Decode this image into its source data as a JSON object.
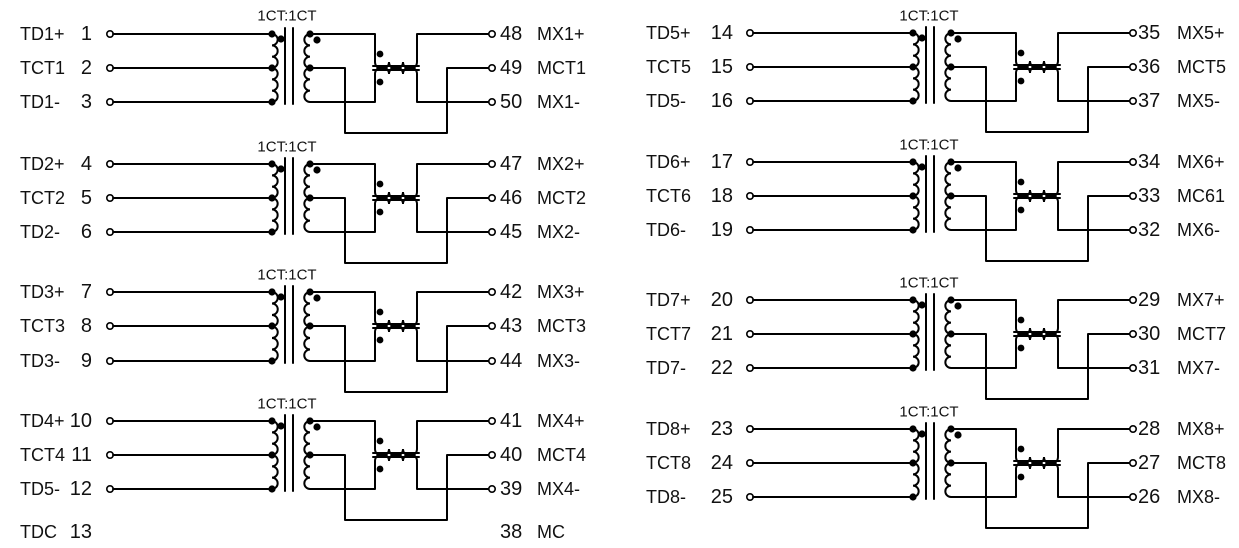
{
  "diagram": {
    "channels": [
      {
        "ratio": "1CT:1CT",
        "left": [
          {
            "name": "TD1+",
            "num": "1"
          },
          {
            "name": "TCT1",
            "num": "2"
          },
          {
            "name": "TD1-",
            "num": "3"
          }
        ],
        "right": [
          {
            "num": "48",
            "name": "MX1+"
          },
          {
            "num": "49",
            "name": "MCT1"
          },
          {
            "num": "50",
            "name": "MX1-"
          }
        ]
      },
      {
        "ratio": "1CT:1CT",
        "left": [
          {
            "name": "TD2+",
            "num": "4"
          },
          {
            "name": "TCT2",
            "num": "5"
          },
          {
            "name": "TD2-",
            "num": "6"
          }
        ],
        "right": [
          {
            "num": "47",
            "name": "MX2+"
          },
          {
            "num": "46",
            "name": "MCT2"
          },
          {
            "num": "45",
            "name": "MX2-"
          }
        ]
      },
      {
        "ratio": "1CT:1CT",
        "left": [
          {
            "name": "TD3+",
            "num": "7"
          },
          {
            "name": "TCT3",
            "num": "8"
          },
          {
            "name": "TD3-",
            "num": "9"
          }
        ],
        "right": [
          {
            "num": "42",
            "name": "MX3+"
          },
          {
            "num": "43",
            "name": "MCT3"
          },
          {
            "num": "44",
            "name": "MX3-"
          }
        ]
      },
      {
        "ratio": "1CT:1CT",
        "left": [
          {
            "name": "TD4+",
            "num": "10"
          },
          {
            "name": "TCT4",
            "num": "11"
          },
          {
            "name": "TD5-",
            "num": "12"
          }
        ],
        "right": [
          {
            "num": "41",
            "name": "MX4+"
          },
          {
            "num": "40",
            "name": "MCT4"
          },
          {
            "num": "39",
            "name": "MX4-"
          }
        ]
      },
      {
        "ratio": "1CT:1CT",
        "left": [
          {
            "name": "TD5+",
            "num": "14"
          },
          {
            "name": "TCT5",
            "num": "15"
          },
          {
            "name": "TD5-",
            "num": "16"
          }
        ],
        "right": [
          {
            "num": "35",
            "name": "MX5+"
          },
          {
            "num": "36",
            "name": "MCT5"
          },
          {
            "num": "37",
            "name": "MX5-"
          }
        ]
      },
      {
        "ratio": "1CT:1CT",
        "left": [
          {
            "name": "TD6+",
            "num": "17"
          },
          {
            "name": "TCT6",
            "num": "18"
          },
          {
            "name": "TD6-",
            "num": "19"
          }
        ],
        "right": [
          {
            "num": "34",
            "name": "MX6+"
          },
          {
            "num": "33",
            "name": "MC61"
          },
          {
            "num": "32",
            "name": "MX6-"
          }
        ]
      },
      {
        "ratio": "1CT:1CT",
        "left": [
          {
            "name": "TD7+",
            "num": "20"
          },
          {
            "name": "TCT7",
            "num": "21"
          },
          {
            "name": "TD7-",
            "num": "22"
          }
        ],
        "right": [
          {
            "num": "29",
            "name": "MX7+"
          },
          {
            "num": "30",
            "name": "MCT7"
          },
          {
            "num": "31",
            "name": "MX7-"
          }
        ]
      },
      {
        "ratio": "1CT:1CT",
        "left": [
          {
            "name": "TD8+",
            "num": "23"
          },
          {
            "name": "TCT8",
            "num": "24"
          },
          {
            "name": "TD8-",
            "num": "25"
          }
        ],
        "right": [
          {
            "num": "28",
            "name": "MX8+"
          },
          {
            "num": "27",
            "name": "MCT8"
          },
          {
            "num": "26",
            "name": "MX8-"
          }
        ]
      }
    ],
    "extra": {
      "left": {
        "name": "TDC",
        "num": "13"
      },
      "right": {
        "num": "38",
        "name": "MC"
      }
    }
  }
}
